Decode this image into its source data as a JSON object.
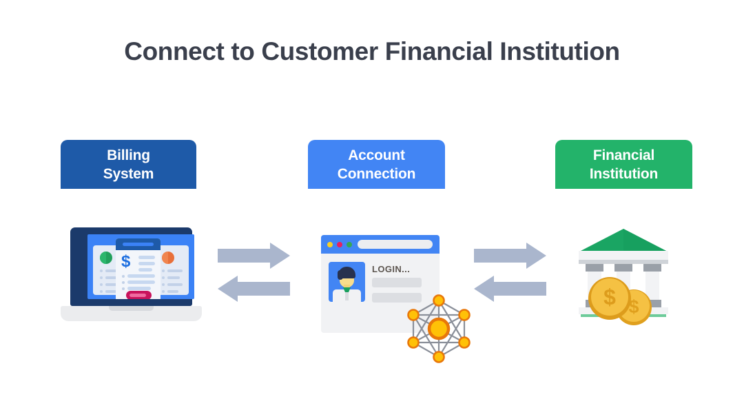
{
  "page": {
    "title": "Connect to Customer Financial Institution",
    "background": "#ffffff",
    "title_color": "#3a3f4c"
  },
  "stages": [
    {
      "id": "billing-system",
      "label_line1": "Billing",
      "label_line2": "System",
      "color": "#1e5aa8",
      "illustration": "laptop-invoice-icon"
    },
    {
      "id": "account-connection",
      "label_line1": "Account",
      "label_line2": "Connection",
      "color": "#4285f4",
      "illustration": "browser-login-icon"
    },
    {
      "id": "financial-institution",
      "label_line1": "Financial",
      "label_line2": "Institution",
      "color": "#23b36a",
      "illustration": "bank-coins-icon"
    }
  ],
  "connectors": [
    {
      "id": "billing-to-account",
      "forward": "arrow-right-icon",
      "backward": "arrow-left-icon",
      "color": "#aab6cd"
    },
    {
      "id": "account-to-financial",
      "forward": "arrow-right-icon",
      "backward": "arrow-left-icon",
      "color": "#aab6cd"
    }
  ],
  "laptop": {
    "screen_color": "#3b82f6",
    "bezel_color": "#1b3a6b",
    "base_color": "#ebecee",
    "center_card": {
      "symbol": "$",
      "header_color": "#1e5aa8",
      "button_color": "#c9145c"
    },
    "left_card": {
      "badge_color": "#21a05c"
    },
    "right_card": {
      "badge_color": "#e8703a"
    }
  },
  "browser": {
    "titlebar_color": "#4285f4",
    "dots": [
      "#fbd024",
      "#e8205f",
      "#34a853"
    ],
    "url_placeholder": "",
    "login_label": "LOGIN...",
    "field_1_value": "",
    "field_2_value": "",
    "avatar": "user-avatar-icon"
  },
  "network": {
    "node_color": "#ffc107",
    "node_ring_color": "#e8770a",
    "edge_color": "#8a8f99",
    "node_count": 7
  },
  "bank": {
    "roof_color": "#1aa563",
    "column_color": "#f2f3f5",
    "trim_color": "#9aa0a8",
    "base_color": "#6dcb9a",
    "coin_color": "#f0b429",
    "coin_symbol": "$"
  }
}
